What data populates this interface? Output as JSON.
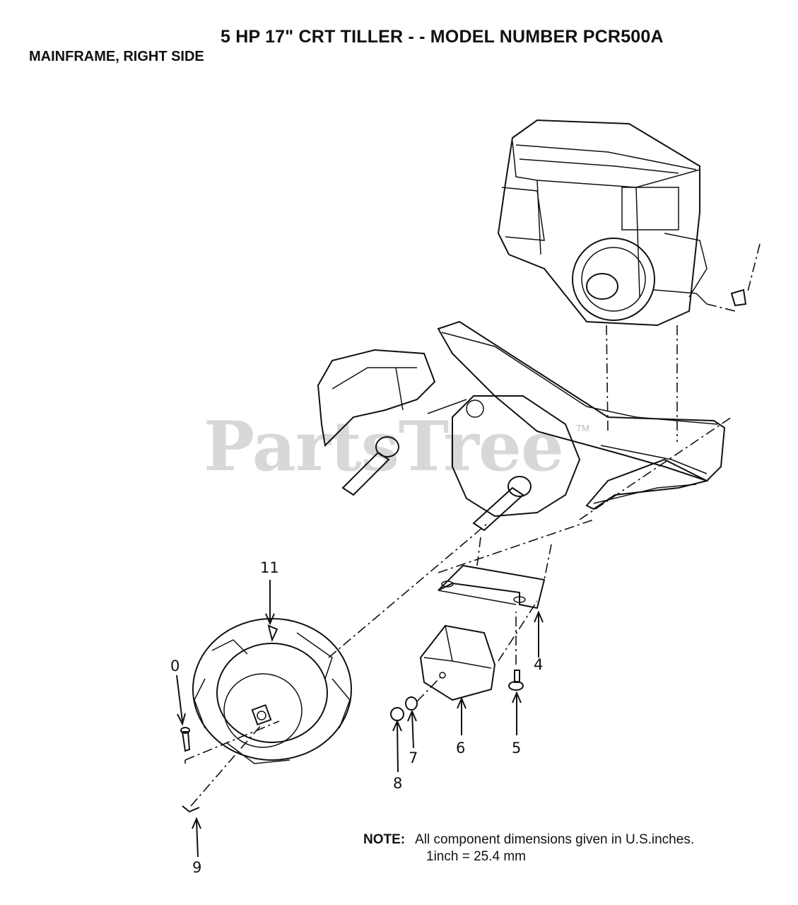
{
  "header": {
    "title": "5 HP  17\" CRT TILLER - - MODEL NUMBER PCR500A",
    "subtitle": "MAINFRAME, RIGHT SIDE"
  },
  "watermark": {
    "text": "PartsTree",
    "tm": "TM"
  },
  "callouts": [
    {
      "id": "11",
      "label": "11"
    },
    {
      "id": "0",
      "label": "0"
    },
    {
      "id": "4",
      "label": "4"
    },
    {
      "id": "5",
      "label": "5"
    },
    {
      "id": "6",
      "label": "6"
    },
    {
      "id": "7",
      "label": "7"
    },
    {
      "id": "8",
      "label": "8"
    },
    {
      "id": "9",
      "label": "9"
    }
  ],
  "note": {
    "label": "NOTE:",
    "text": "All component dimensions given in U.S.inches.",
    "conversion": "1inch = 25.4 mm"
  }
}
